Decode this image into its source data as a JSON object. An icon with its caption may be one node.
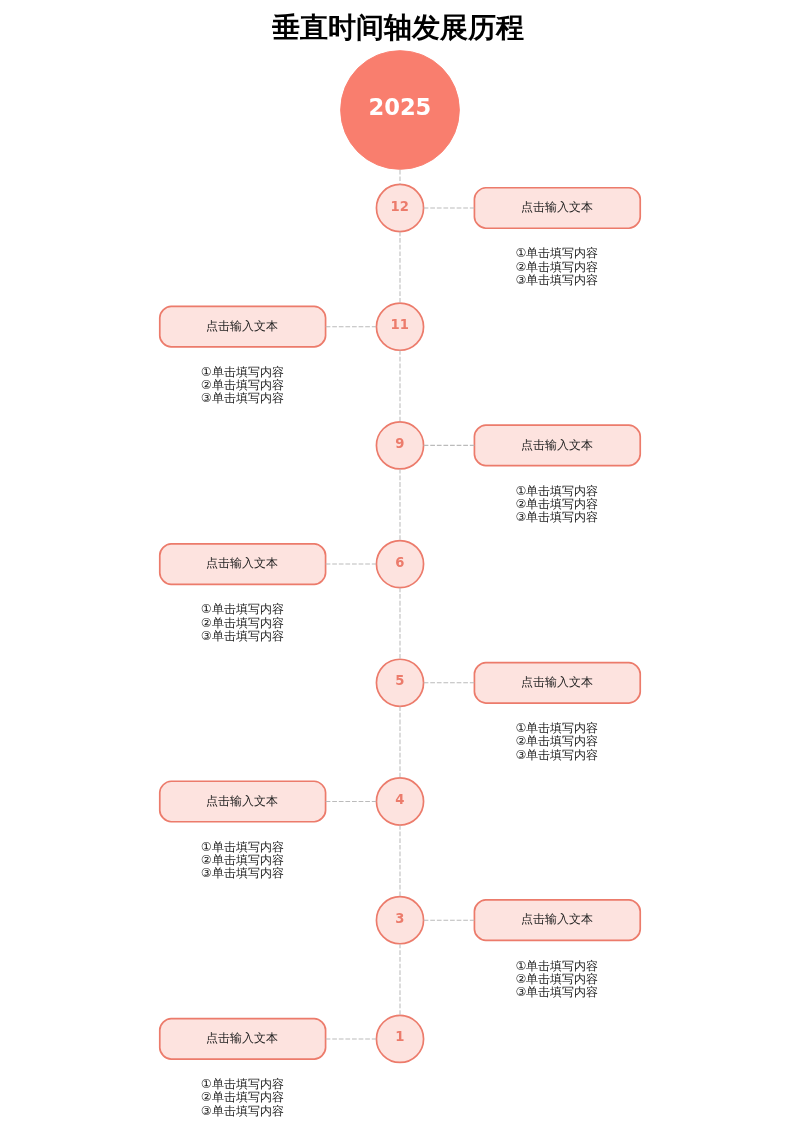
{
  "diagram": {
    "title": "垂直时间轴发展历程",
    "nodes": [
      {
        "text": [
          "2025"
        ]
      },
      {
        "text": [
          "12"
        ]
      },
      {
        "text": [
          "点击输入文本"
        ],
        "beside": [
          "①单击填写内容",
          "②单击填写内容",
          "③单击填写内容"
        ]
      },
      {
        "text": [
          "点击输入文本"
        ],
        "beside": [
          "①单击填写内容",
          "②单击填写内容",
          "③单击填写内容"
        ]
      },
      {
        "text": [
          "11"
        ]
      },
      {
        "text": [
          "9"
        ]
      },
      {
        "text": [
          "点击输入文本"
        ],
        "beside": [
          "①单击填写内容",
          "②单击填写内容",
          "③单击填写内容"
        ]
      },
      {
        "text": [
          "点击输入文本"
        ],
        "beside": [
          "①单击填写内容",
          "②单击填写内容",
          "③单击填写内容"
        ]
      },
      {
        "text": [
          "6"
        ]
      },
      {
        "text": [
          "5"
        ]
      },
      {
        "text": [
          "点击输入文本"
        ],
        "beside": [
          "①单击填写内容",
          "②单击填写内容",
          "③单击填写内容"
        ]
      },
      {
        "text": [
          "点击输入文本"
        ],
        "beside": [
          "①单击填写内容",
          "②单击填写内容",
          "③单击填写内容"
        ]
      },
      {
        "text": [
          "4"
        ]
      },
      {
        "text": [
          "3"
        ]
      },
      {
        "text": [
          "点击输入文本"
        ],
        "beside": [
          "①单击填写内容",
          "②单击填写内容",
          "③单击填写内容"
        ]
      },
      {
        "text": [
          "点击输入文本"
        ],
        "beside": [
          "①单击填写内容",
          "②单击填写内容",
          "③单击填写内容"
        ]
      },
      {
        "text": [
          "1"
        ]
      }
    ],
    "edges": [
      {
        "from": 0,
        "to": 1,
        "arrow": "none",
        "style": "dashed"
      },
      {
        "from": 1,
        "to": 2,
        "arrow": "none",
        "style": "dashed"
      },
      {
        "from": 1,
        "to": 4,
        "arrow": "none",
        "style": "dashed"
      },
      {
        "from": 3,
        "to": 4,
        "arrow": "none",
        "style": "dashed"
      },
      {
        "from": 4,
        "to": 5,
        "arrow": "none",
        "style": "dashed"
      },
      {
        "from": 5,
        "to": 6,
        "arrow": "none",
        "style": "dashed"
      },
      {
        "from": 5,
        "to": 8,
        "arrow": "none",
        "style": "dashed"
      },
      {
        "from": 7,
        "to": 8,
        "arrow": "none",
        "style": "dashed"
      },
      {
        "from": 8,
        "to": 9,
        "arrow": "none",
        "style": "dashed"
      },
      {
        "from": 9,
        "to": 10,
        "arrow": "none",
        "style": "dashed"
      },
      {
        "from": 9,
        "to": 12,
        "arrow": "none",
        "style": "dashed"
      },
      {
        "from": 11,
        "to": 12,
        "arrow": "none",
        "style": "dashed"
      },
      {
        "from": 12,
        "to": 13,
        "arrow": "none",
        "style": "dashed"
      },
      {
        "from": 13,
        "to": 14,
        "arrow": "none",
        "style": "dashed"
      },
      {
        "from": 13,
        "to": 16,
        "arrow": "none",
        "style": "dashed"
      },
      {
        "from": 15,
        "to": 16,
        "arrow": "none",
        "style": "dashed"
      }
    ]
  }
}
